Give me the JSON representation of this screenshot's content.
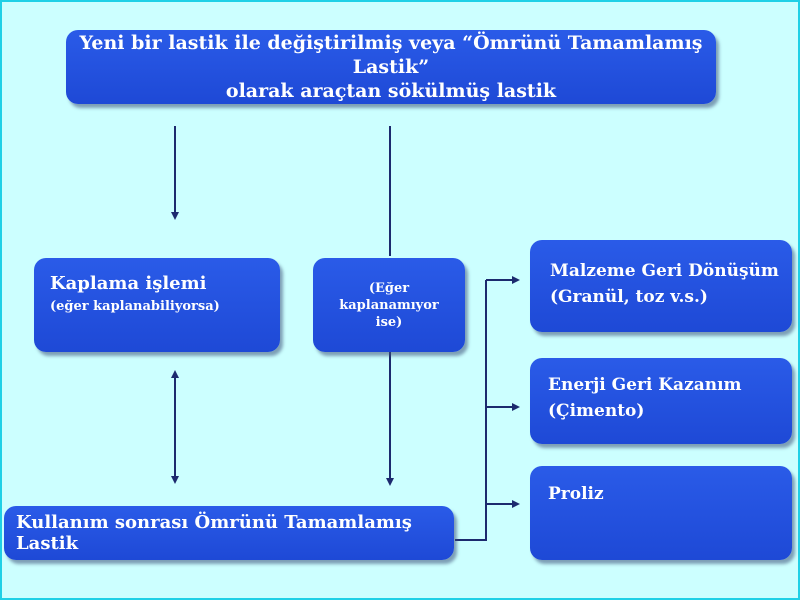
{
  "boxes": {
    "top": [
      "Yeni bir lastik ile değiştirilmiş veya “Ömrünü Tamamlamış Lastik”",
      "olarak araçtan sökülmüş lastik"
    ],
    "kaplama": [
      "Kaplama işlemi",
      "(eğer kaplanabiliyorsa)"
    ],
    "eger": [
      "(Eğer",
      "kaplanamıyor",
      "ise)"
    ],
    "kullanim": "Kullanım sonrası Ömrünü Tamamlamış Lastik",
    "malzeme": [
      "Malzeme Geri Dönüşüm",
      "(Granül, toz v.s.)"
    ],
    "enerji": [
      "Enerji Geri Kazanım",
      "(Çimento)"
    ],
    "proliz": "Proliz"
  },
  "colors": {
    "box_fill": "#1e49d6",
    "arrow": "#1c2a6e",
    "background": "#ccffff",
    "border": "#1fd0e6"
  }
}
